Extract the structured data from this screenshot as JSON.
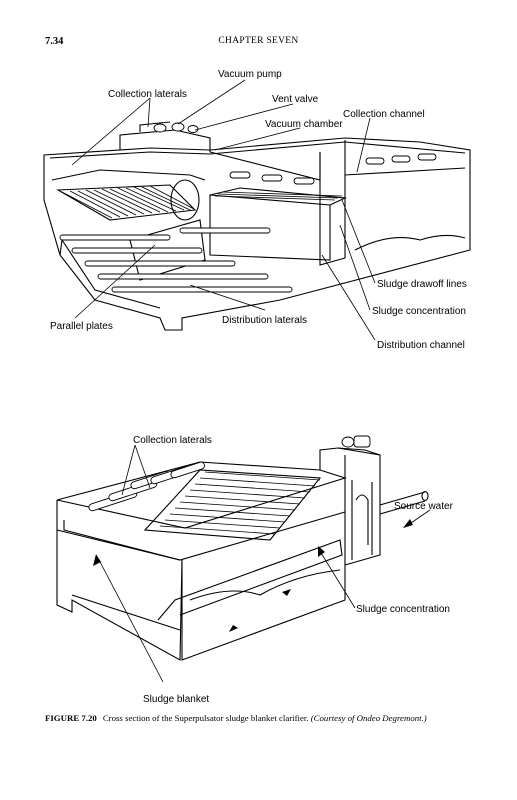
{
  "header": {
    "page_number": "7.34",
    "chapter": "CHAPTER SEVEN"
  },
  "figure_top": {
    "labels": {
      "vacuum_pump": "Vacuum pump",
      "collection_laterals": "Collection laterals",
      "vent_valve": "Vent valve",
      "collection_channel": "Collection channel",
      "vacuum_chamber": "Vacuum chamber",
      "sludge_drawoff_lines": "Sludge drawoff lines",
      "sludge_concentration": "Sludge concentration",
      "parallel_plates": "Parallel plates",
      "distribution_laterals": "Distribution laterals",
      "distribution_channel": "Distribution channel"
    }
  },
  "figure_bottom": {
    "labels": {
      "collection_laterals": "Collection laterals",
      "source_water": "Source water",
      "sludge_concentration": "Sludge concentration",
      "sludge_blanket": "Sludge blanket"
    }
  },
  "caption": {
    "figure_id": "FIGURE 7.20",
    "text": "Cross section of the Superpulsator sludge blanket clarifier.",
    "credit": "(Courtesy of Ondeo Degremont.)"
  }
}
